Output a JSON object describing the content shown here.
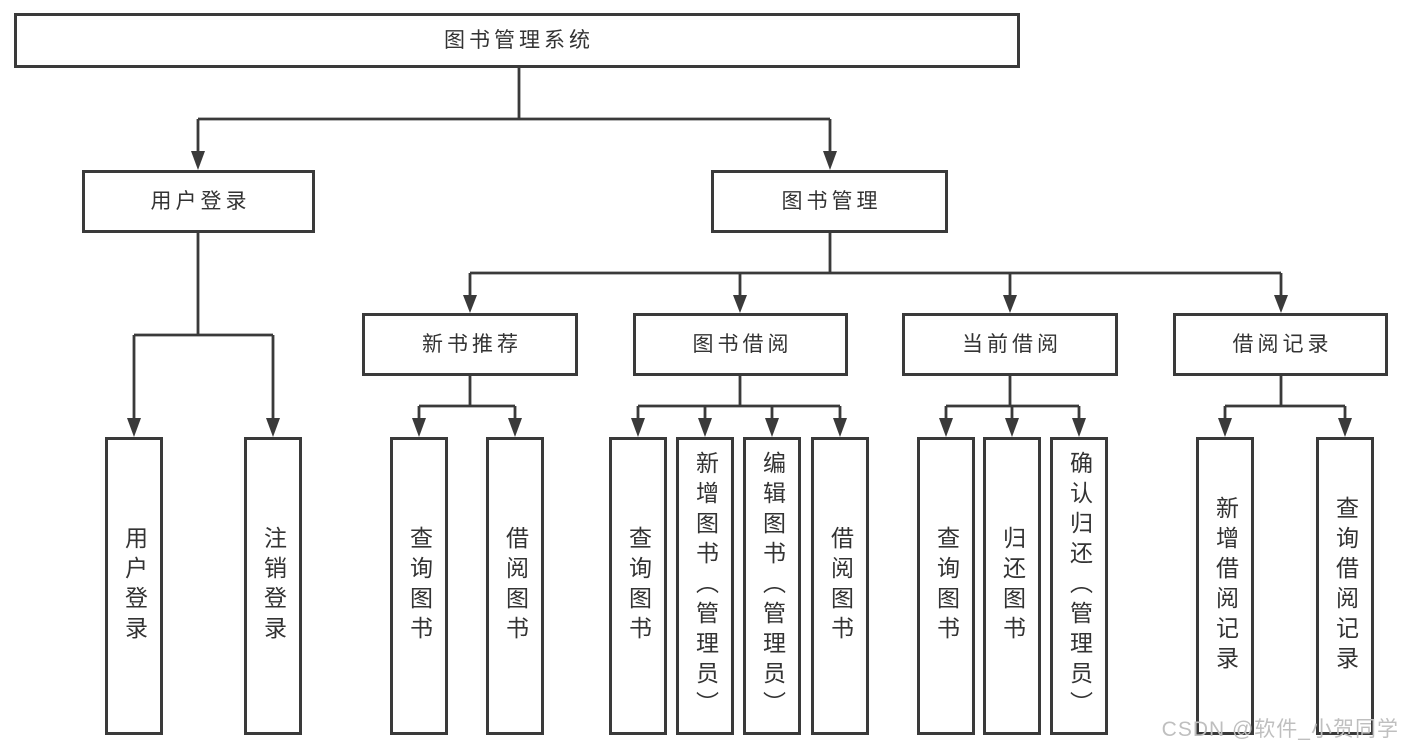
{
  "diagram": {
    "title": "图书管理系统",
    "type": "hierarchy-tree",
    "line_color": "#3a3a3a",
    "box_background": "#ffffff",
    "tree": {
      "label": "图书管理系统",
      "children": [
        {
          "label": "用户登录",
          "children": [
            {
              "label": "用户登录"
            },
            {
              "label": "注销登录"
            }
          ]
        },
        {
          "label": "图书管理",
          "children": [
            {
              "label": "新书推荐",
              "children": [
                {
                  "label": "查询图书"
                },
                {
                  "label": "借阅图书"
                }
              ]
            },
            {
              "label": "图书借阅",
              "children": [
                {
                  "label": "查询图书"
                },
                {
                  "label": "新增图书（管理员）"
                },
                {
                  "label": "编辑图书（管理员）"
                },
                {
                  "label": "借阅图书"
                }
              ]
            },
            {
              "label": "当前借阅",
              "children": [
                {
                  "label": "查询图书"
                },
                {
                  "label": "归还图书"
                },
                {
                  "label": "确认归还（管理员）"
                }
              ]
            },
            {
              "label": "借阅记录",
              "children": [
                {
                  "label": "新增借阅记录"
                },
                {
                  "label": "查询借阅记录"
                }
              ]
            }
          ]
        }
      ]
    },
    "watermark": "CSDN @软件_小贺同学"
  }
}
